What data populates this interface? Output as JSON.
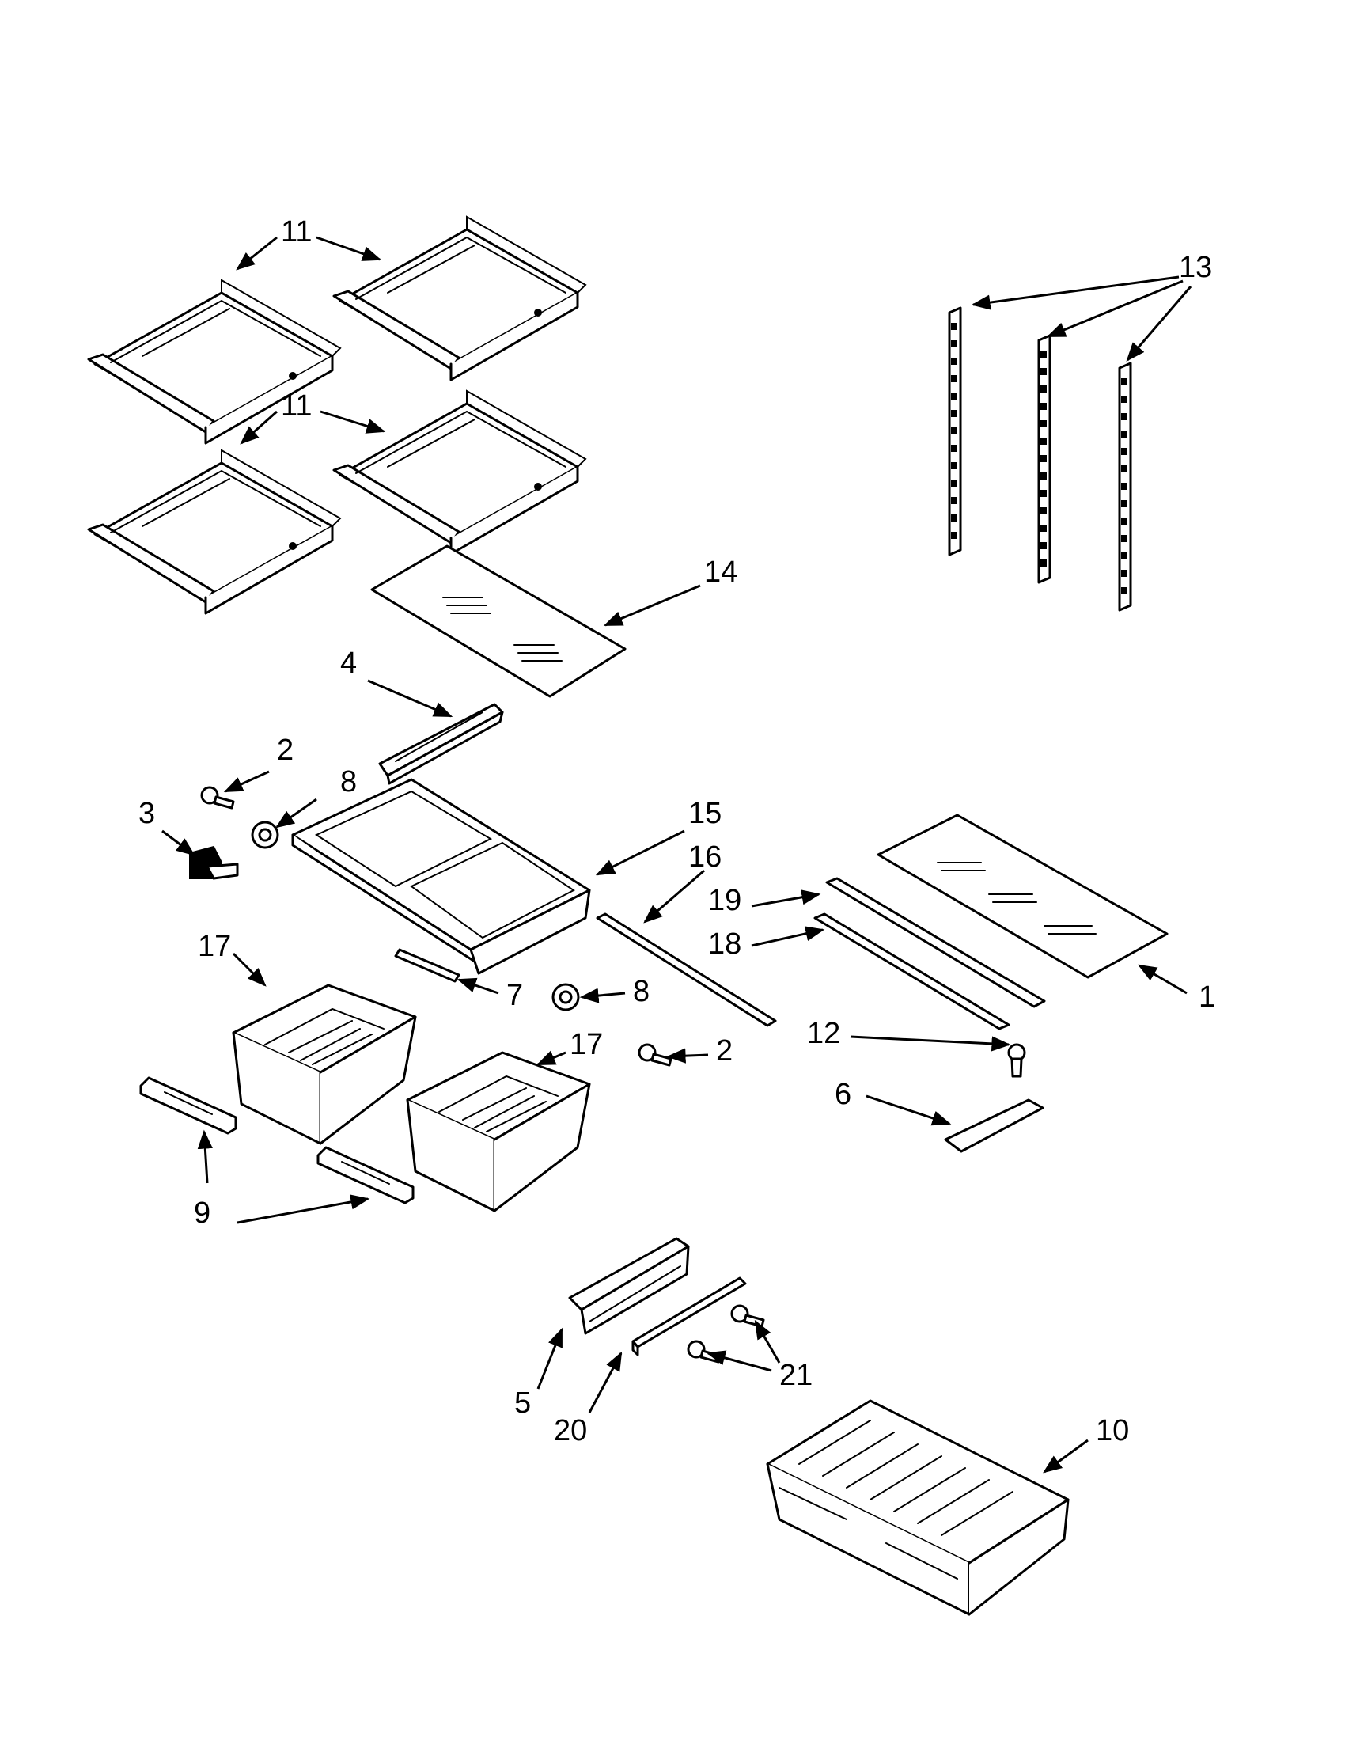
{
  "callouts": {
    "c1": "1",
    "c2a": "2",
    "c2b": "2",
    "c3": "3",
    "c4": "4",
    "c5": "5",
    "c6": "6",
    "c7": "7",
    "c8a": "8",
    "c8b": "8",
    "c9": "9",
    "c10": "10",
    "c11a": "11",
    "c11b": "11",
    "c12": "12",
    "c13": "13",
    "c14": "14",
    "c15": "15",
    "c16": "16",
    "c17a": "17",
    "c17b": "17",
    "c18": "18",
    "c19": "19",
    "c20": "20",
    "c21": "21"
  }
}
